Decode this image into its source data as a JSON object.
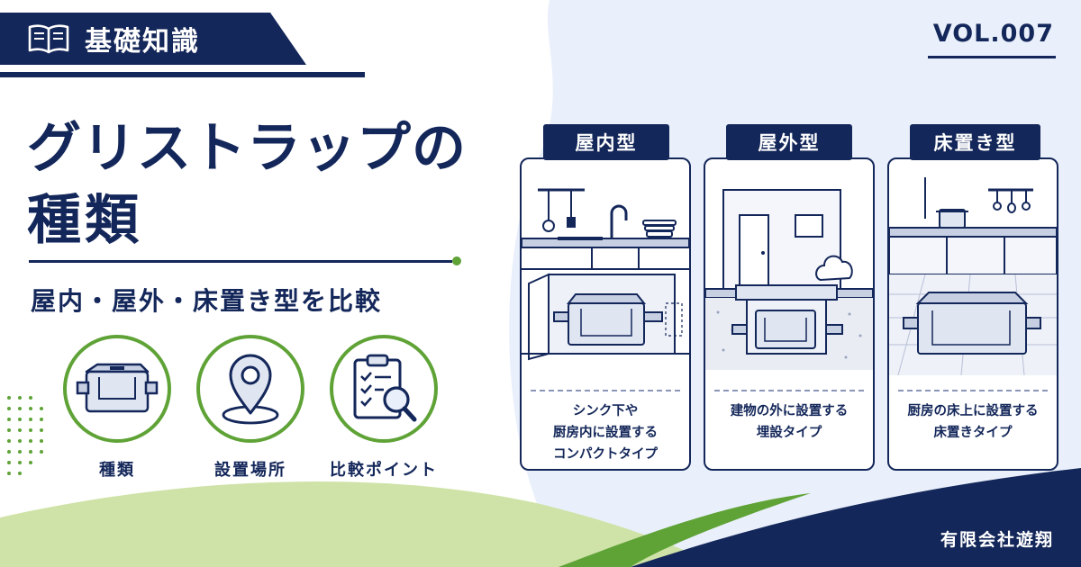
{
  "tag": {
    "label": "基礎知識",
    "icon": "open-book-icon"
  },
  "volume": "VOL.007",
  "title": {
    "line1": "グリストラップの",
    "line2": "種類"
  },
  "subtitle": "屋内・屋外・床置き型を比較",
  "features": [
    {
      "label": "種類",
      "icon": "grease-trap-icon"
    },
    {
      "label": "設置場所",
      "icon": "location-pin-icon"
    },
    {
      "label": "比較ポイント",
      "icon": "clipboard-magnifier-icon"
    }
  ],
  "cards": [
    {
      "chip": "屋内型",
      "desc": [
        "シンク下や",
        "厨房内に設置する",
        "コンパクトタイプ"
      ]
    },
    {
      "chip": "屋外型",
      "desc": [
        "建物の外に設置する",
        "埋設タイプ"
      ]
    },
    {
      "chip": "床置き型",
      "desc": [
        "厨房の床上に設置する",
        "床置きタイプ"
      ]
    }
  ],
  "company": "有限会社遊翔",
  "colors": {
    "navy": "#14275a",
    "green": "#5fa337",
    "light_green": "#cfe3a8",
    "pale_blue": "#eaf0fb"
  }
}
